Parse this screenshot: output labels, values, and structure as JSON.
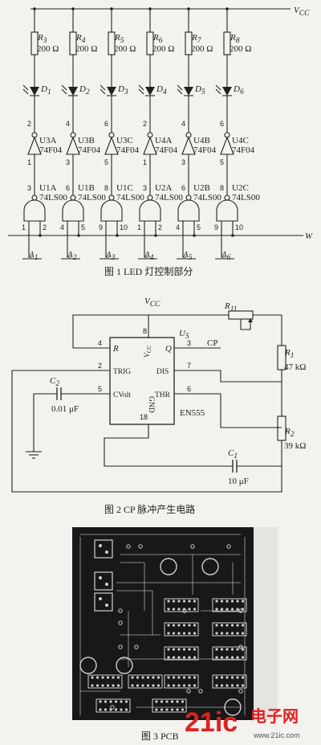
{
  "fig1": {
    "caption": "图 1   LED 灯控制部分",
    "vcc": "V",
    "vcc_sub": "CC",
    "resistors": [
      {
        "ref": "R",
        "sub": "3",
        "val": "200 Ω"
      },
      {
        "ref": "R",
        "sub": "4",
        "val": "200 Ω"
      },
      {
        "ref": "R",
        "sub": "5",
        "val": "200 Ω"
      },
      {
        "ref": "R",
        "sub": "6",
        "val": "200 Ω"
      },
      {
        "ref": "R",
        "sub": "7",
        "val": "200 Ω"
      },
      {
        "ref": "R",
        "sub": "8",
        "val": "200 Ω"
      }
    ],
    "leds": [
      "1",
      "2",
      "3",
      "4",
      "5",
      "6"
    ],
    "inverters": [
      {
        "name": "U3A",
        "part": "74F04",
        "pin_out": "2",
        "pin_in": "1"
      },
      {
        "name": "U3B",
        "part": "74F04",
        "pin_out": "4",
        "pin_in": "3"
      },
      {
        "name": "U3C",
        "part": "74F04",
        "pin_out": "6",
        "pin_in": "5"
      },
      {
        "name": "U4A",
        "part": "74F04",
        "pin_out": "2",
        "pin_in": "1"
      },
      {
        "name": "U4B",
        "part": "74F04",
        "pin_out": "4",
        "pin_in": "3"
      },
      {
        "name": "U4C",
        "part": "74F04",
        "pin_out": "6",
        "pin_in": "5"
      }
    ],
    "nands": [
      {
        "name": "U1A",
        "part": "74LS00",
        "pin_out": "3",
        "pin_a": "1",
        "pin_b": "2"
      },
      {
        "name": "U1B",
        "part": "74LS00",
        "pin_out": "6",
        "pin_a": "4",
        "pin_b": "5"
      },
      {
        "name": "U1C",
        "part": "74LS00",
        "pin_out": "8",
        "pin_a": "9",
        "pin_b": "10"
      },
      {
        "name": "U2A",
        "part": "74LS00",
        "pin_out": "3",
        "pin_a": "1",
        "pin_b": "2"
      },
      {
        "name": "U2B",
        "part": "74LS00",
        "pin_out": "6",
        "pin_a": "4",
        "pin_b": "5"
      },
      {
        "name": "U2C",
        "part": "74LS00",
        "pin_out": "8",
        "pin_a": "9",
        "pin_b": "10"
      }
    ],
    "inputs": [
      "1",
      "2",
      "3",
      "4",
      "5",
      "6"
    ],
    "w_label": "W"
  },
  "fig2": {
    "caption": "图 2   CP 脉冲产生电路",
    "vcc": "V",
    "vcc_sub": "CC",
    "chip": "U",
    "chip_sub": "5",
    "part": "EN555",
    "pins": {
      "r": "4",
      "vcc": "8",
      "q": "3",
      "trig": "2",
      "dis": "7",
      "cvolt": "5",
      "thr": "6",
      "gnd": "18"
    },
    "pin_names": {
      "r": "R",
      "vcc": "V",
      "vcc_sub": "CC",
      "q": "Q",
      "trig": "TRIG",
      "dis": "DIS",
      "cvolt": "CVolt",
      "thr": "THR",
      "gnd": "GND"
    },
    "cp": "CP",
    "r11": "R",
    "r11_sub": "11",
    "r1": {
      "ref": "R",
      "sub": "1",
      "val": "47 kΩ"
    },
    "r2": {
      "ref": "R",
      "sub": "2",
      "val": "39 kΩ"
    },
    "c2": {
      "ref": "C",
      "sub": "2",
      "val": "0.01 μF"
    },
    "c1": {
      "ref": "C",
      "sub": "1",
      "val": "10 μF"
    }
  },
  "fig3": {
    "caption": "图 3   PCB"
  },
  "watermark": {
    "brand": "21ic",
    "cn": "电子网",
    "url": "www.21ic.com"
  },
  "colors": {
    "line": "#222222",
    "pcb_bg": "#1a1a1a",
    "pcb_trace": "#cfcfcf",
    "logo": "#dd2222"
  }
}
